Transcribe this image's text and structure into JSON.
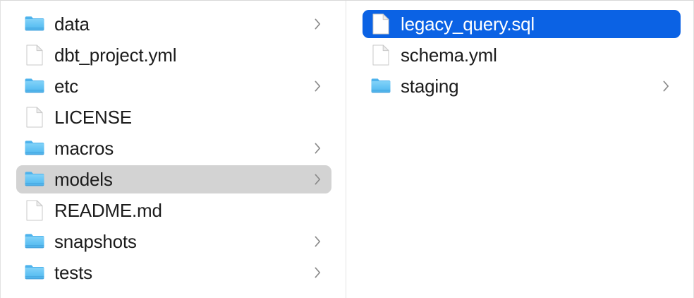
{
  "window": {
    "title": "Finder Column View",
    "view_mode": "column",
    "background_color": "#ffffff",
    "divider_color": "#e3e3e3"
  },
  "colors": {
    "selection_active": "#0B62E4",
    "selection_inactive": "#d3d3d3",
    "text": "#1b1b1b",
    "text_selected": "#ffffff",
    "folder_icon": "#5BBDF5",
    "chevron": "#8a8a8a"
  },
  "columns": [
    {
      "name": "parent-column",
      "items": [
        {
          "label": "data",
          "kind": "folder",
          "icon": "folder-icon",
          "has_chevron": true,
          "selected": false,
          "selection_style": "none"
        },
        {
          "label": "dbt_project.yml",
          "kind": "file",
          "icon": "file-icon",
          "has_chevron": false,
          "selected": false,
          "selection_style": "none"
        },
        {
          "label": "etc",
          "kind": "folder",
          "icon": "folder-icon",
          "has_chevron": true,
          "selected": false,
          "selection_style": "none"
        },
        {
          "label": "LICENSE",
          "kind": "file",
          "icon": "file-icon",
          "has_chevron": false,
          "selected": false,
          "selection_style": "none"
        },
        {
          "label": "macros",
          "kind": "folder",
          "icon": "folder-icon",
          "has_chevron": true,
          "selected": false,
          "selection_style": "none"
        },
        {
          "label": "models",
          "kind": "folder",
          "icon": "folder-icon",
          "has_chevron": true,
          "selected": true,
          "selection_style": "gray"
        },
        {
          "label": "README.md",
          "kind": "file",
          "icon": "file-icon",
          "has_chevron": false,
          "selected": false,
          "selection_style": "none"
        },
        {
          "label": "snapshots",
          "kind": "folder",
          "icon": "folder-icon",
          "has_chevron": true,
          "selected": false,
          "selection_style": "none"
        },
        {
          "label": "tests",
          "kind": "folder",
          "icon": "folder-icon",
          "has_chevron": true,
          "selected": false,
          "selection_style": "none"
        }
      ]
    },
    {
      "name": "child-column",
      "items": [
        {
          "label": "legacy_query.sql",
          "kind": "file",
          "icon": "file-icon",
          "has_chevron": false,
          "selected": true,
          "selection_style": "blue"
        },
        {
          "label": "schema.yml",
          "kind": "file",
          "icon": "file-icon",
          "has_chevron": false,
          "selected": false,
          "selection_style": "none"
        },
        {
          "label": "staging",
          "kind": "folder",
          "icon": "folder-icon",
          "has_chevron": true,
          "selected": false,
          "selection_style": "none"
        }
      ]
    }
  ]
}
